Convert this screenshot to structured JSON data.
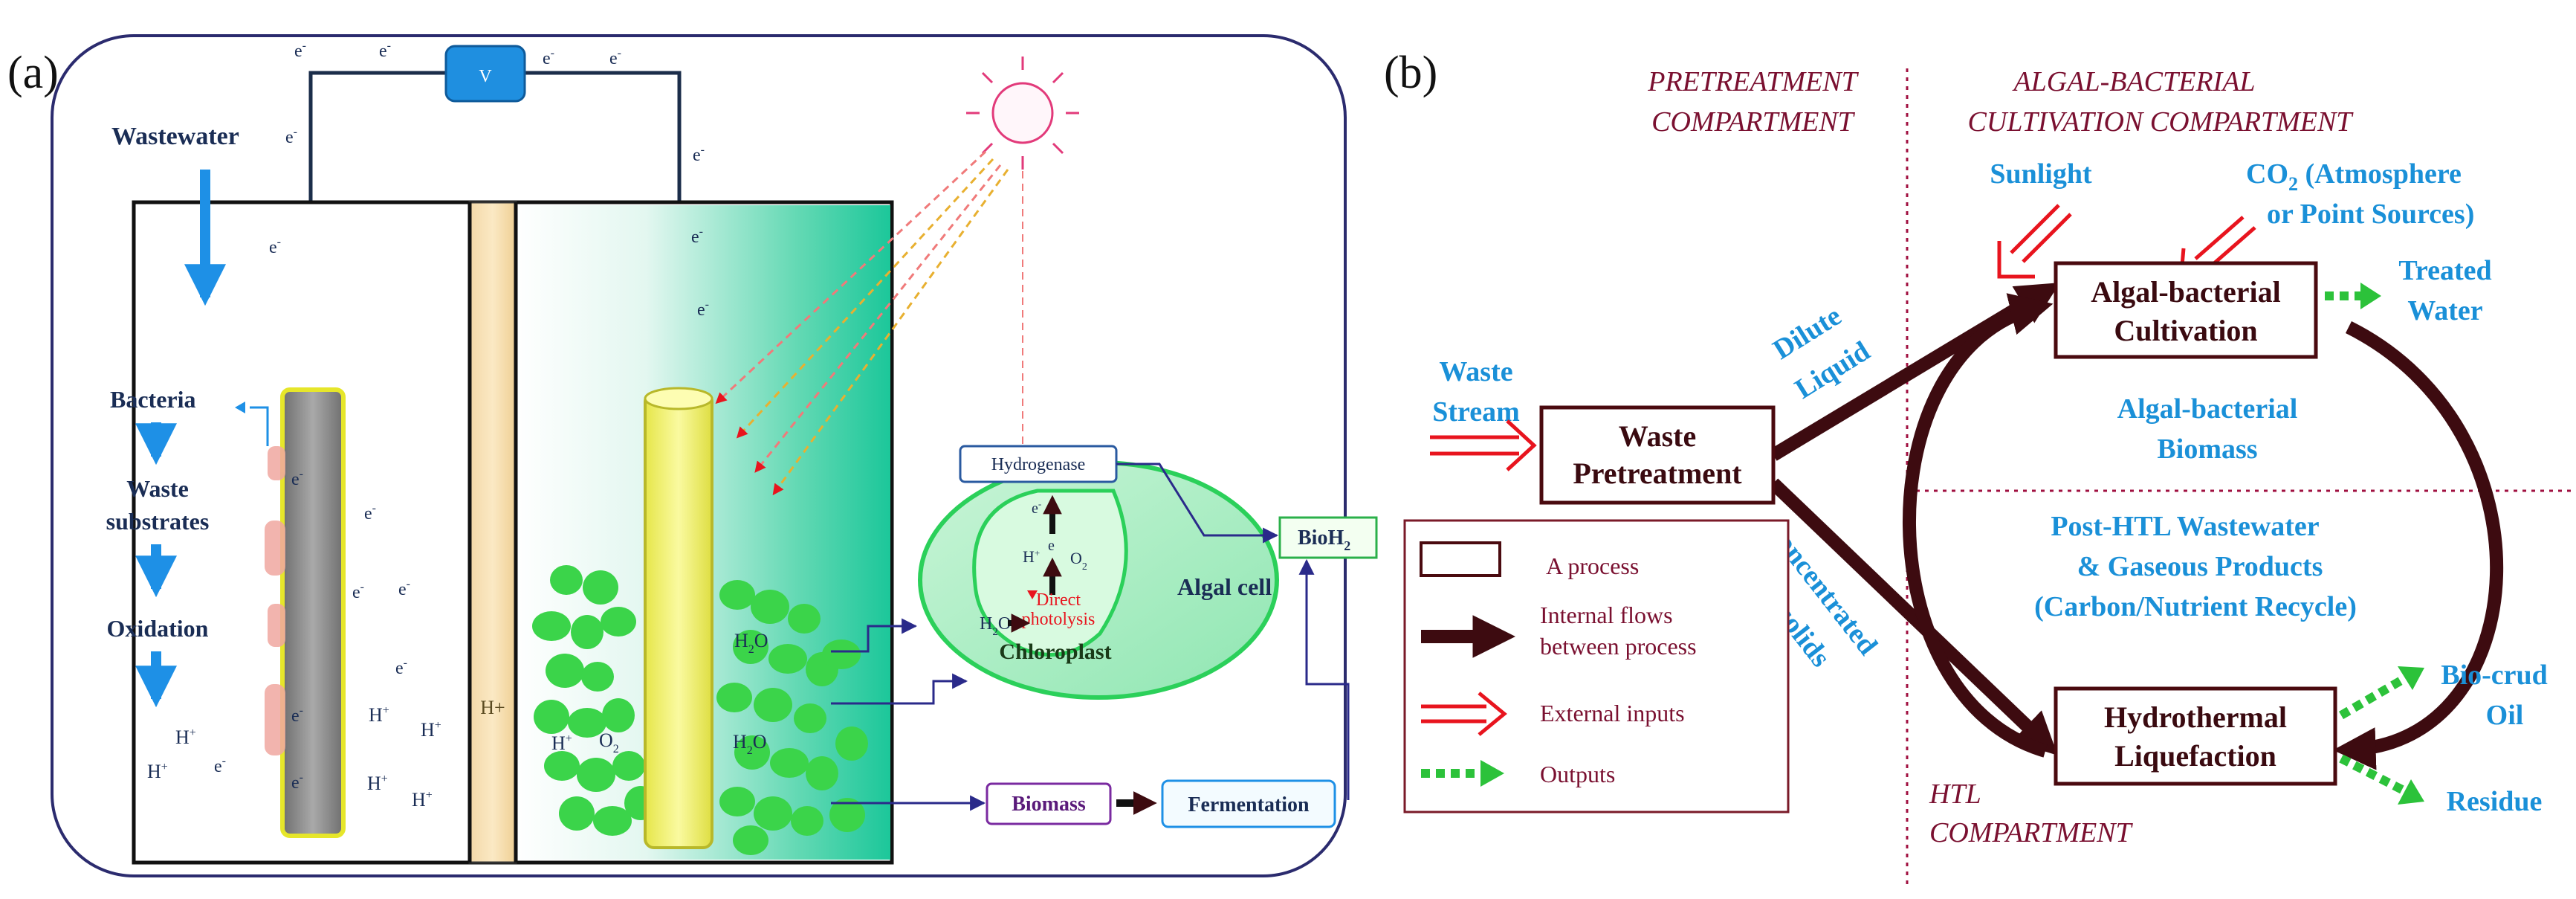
{
  "panel_a": {
    "label": "(a)",
    "wastewater": "Wastewater",
    "electron": "e",
    "electron_sup": "-",
    "proton": "H",
    "proton_sup": "+",
    "voltmeter": "V",
    "bacteria": "Bacteria",
    "waste_substrates_1": "Waste",
    "waste_substrates_2": "substrates",
    "oxidation": "Oxidation",
    "membrane_label": "H+",
    "o2": "O",
    "o2_sub": "2",
    "h2o": "H",
    "h2o_sub": "2",
    "h2o_end": "O",
    "hydrogenase": "Hydrogenase",
    "direct_photolysis_1": "Direct",
    "direct_photolysis_2": "photolysis",
    "chloroplast": "Chloroplast",
    "algal_cell": "Algal cell",
    "bioh2": "BioH",
    "bioh2_sub": "2",
    "biomass": "Biomass",
    "fermentation": "Fermentation"
  },
  "panel_b": {
    "label": "(b)",
    "pretreatment_compartment_1": "PRETREATMENT",
    "pretreatment_compartment_2": "COMPARTMENT",
    "algal_compartment_1": "ALGAL-BACTERIAL",
    "algal_compartment_2": "CULTIVATION COMPARTMENT",
    "htl_compartment_1": "HTL",
    "htl_compartment_2": "COMPARTMENT",
    "sunlight": "Sunlight",
    "co2_1a": "CO",
    "co2_1sub": "2",
    "co2_1b": " (Atmosphere",
    "co2_2": "or Point Sources)",
    "waste_stream_1": "Waste",
    "waste_stream_2": "Stream",
    "waste_pretreatment_1": "Waste",
    "waste_pretreatment_2": "Pretreatment",
    "dilute_liquid_1": "Dilute",
    "dilute_liquid_2": "Liquid",
    "concentrated_biosolids_1": "Concentrated",
    "concentrated_biosolids_2": "Biosolids",
    "algal_cultivation_1": "Algal-bacterial",
    "algal_cultivation_2": "Cultivation",
    "treated_water_1": "Treated",
    "treated_water_2": "Water",
    "algal_biomass_1": "Algal-bacterial",
    "algal_biomass_2": "Biomass",
    "post_htl_1": "Post-HTL Wastewater",
    "post_htl_2": "& Gaseous Products",
    "post_htl_3": "(Carbon/Nutrient Recycle)",
    "htl_1": "Hydrothermal",
    "htl_2": "Liquefaction",
    "bio_crud_1": "Bio-crud",
    "bio_crud_2": "Oil",
    "residue": "Residue",
    "legend": {
      "process": "A process",
      "internal_1": "Internal flows",
      "internal_2": "between process",
      "external": "External inputs",
      "outputs": "Outputs"
    }
  },
  "colors": {
    "dark_red": "#4a0a0f",
    "maroon_text": "#7a1030",
    "cyan_text": "#1a90d8",
    "blue_arrow": "#1e90e6",
    "red_input": "#e8141e",
    "green_output": "#2cc23a",
    "algae_green": "#3bd44a",
    "electrode_yellow": "#f4f47a"
  }
}
